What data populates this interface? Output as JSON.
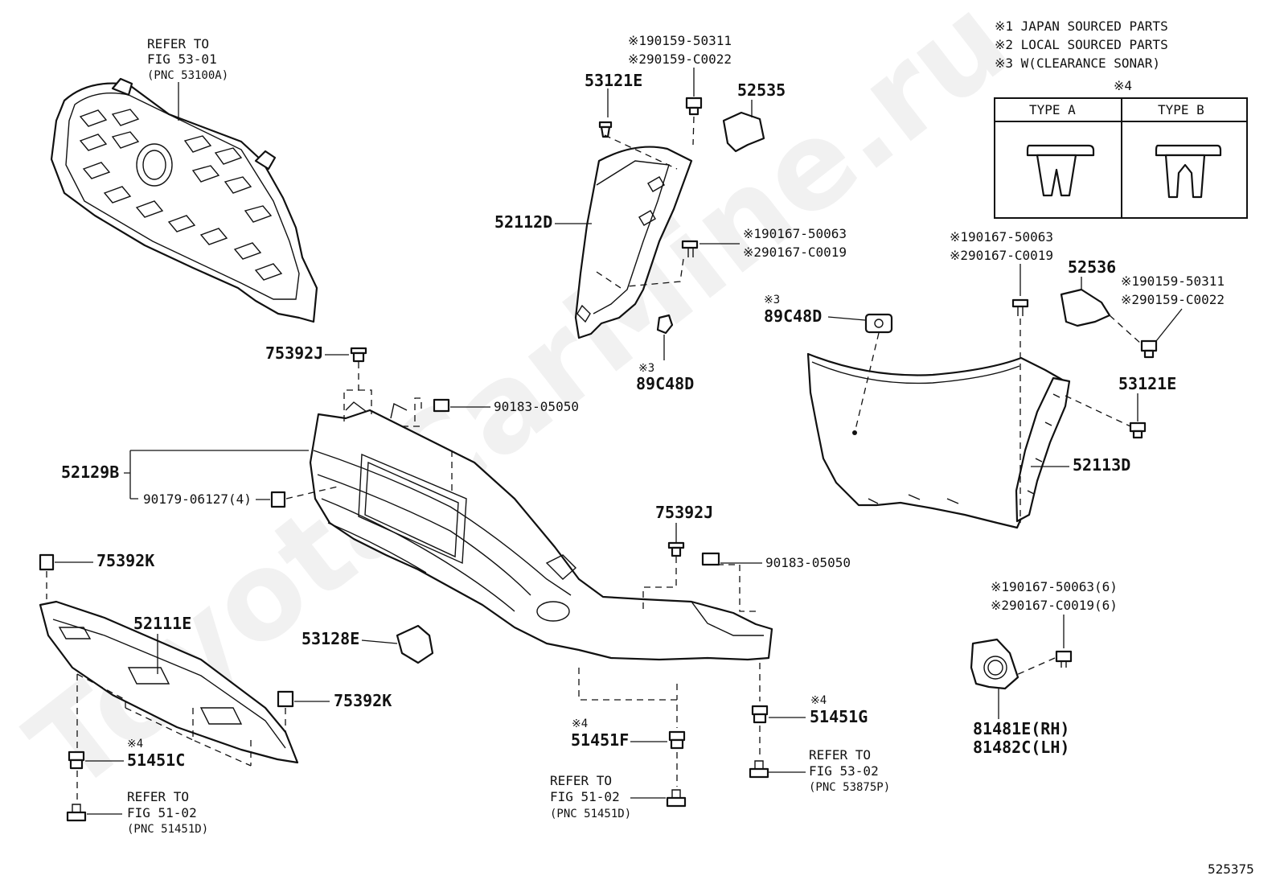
{
  "watermark": "ToyotaCarMine.ru",
  "legend": {
    "notes": [
      "※1 JAPAN SOURCED PARTS",
      "※2 LOCAL SOURCED PARTS",
      "※3 W(CLEARANCE SONAR)"
    ],
    "table_mark": "※4",
    "type_a": "TYPE A",
    "type_b": "TYPE B"
  },
  "references": {
    "grille": [
      "REFER TO",
      "FIG 53-01",
      "(PNC 53100A)"
    ],
    "center": [
      "REFER TO",
      "FIG 51-02",
      "(PNC 51451D)"
    ],
    "left": [
      "REFER TO",
      "FIG 51-02",
      "(PNC 51451D)"
    ],
    "right": [
      "REFER TO",
      "FIG 53-02",
      "(PNC 53875P)"
    ]
  },
  "labels": {
    "p53121E_top": "53121E",
    "p90159_top_1": "※190159-50311",
    "p90159_top_2": "※290159-C0022",
    "p52535": "52535",
    "p52112D": "52112D",
    "p90167_mid_1": "※190167-50063",
    "p90167_mid_2": "※290167-C0019",
    "p89C48D_mark_a": "※3",
    "p89C48D_a": "89C48D",
    "p89C48D_mark_b": "※3",
    "p89C48D_b": "89C48D",
    "p90167_right_1": "※190167-50063",
    "p90167_right_2": "※290167-C0019",
    "p52536": "52536",
    "p90159_right_1": "※190159-50311",
    "p90159_right_2": "※290159-C0022",
    "p53121E_right": "53121E",
    "p52113D": "52113D",
    "p75392J_top": "75392J",
    "p90183_top": "90183-05050",
    "p52129B": "52129B",
    "p90179": "90179-06127(4)",
    "p75392J_mid": "75392J",
    "p90183_mid": "90183-05050",
    "p75392K_top": "75392K",
    "p52111E": "52111E",
    "p53128E": "53128E",
    "p75392K_bot": "75392K",
    "p51451C_mark": "※4",
    "p51451C": "51451C",
    "p51451F_mark": "※4",
    "p51451F": "51451F",
    "p51451G_mark": "※4",
    "p51451G": "51451G",
    "p90167_fog_1": "※190167-50063(6)",
    "p90167_fog_2": "※290167-C0019(6)",
    "p81481E": "81481E(RH)",
    "p81482C": "81482C(LH)"
  },
  "illustration_id": "525375"
}
